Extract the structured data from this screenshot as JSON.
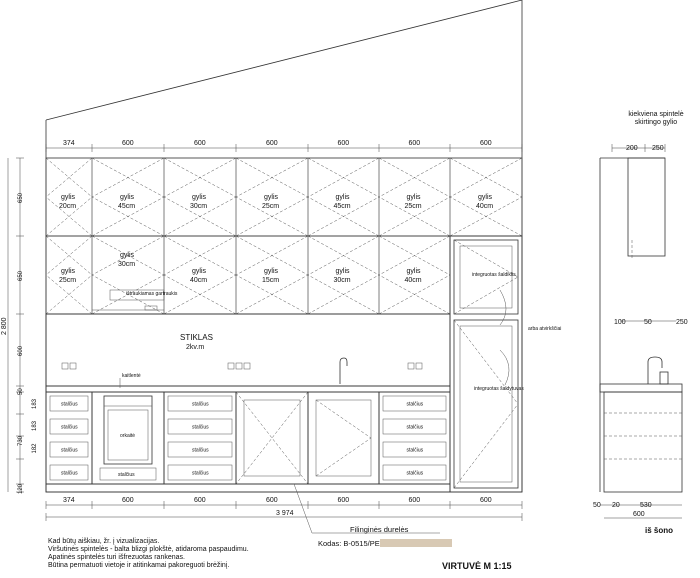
{
  "drawing": {
    "title": "VIRTUVĖ M 1:15",
    "side_title": "iš šono",
    "side_note": "kiekviena spintelė skirtingo gylio",
    "notes": [
      "Kad būtų aiškiau, žr. į vizualizacijas.",
      "Viršutinės spintelės - balta blizgi plokštė, atidaroma paspaudimu.",
      "Apatinės spintelės turi išfrezuotas rankenas.",
      "Būtina permatuoti vietoje ir atitinkamai pakoreguoti brėžinį."
    ],
    "legend_label": "Filinginės durelės",
    "legend_code": "Kodas: B-0515/PE",
    "legend_color": "#d8c9b4",
    "cabinet_color": "#f4efde"
  },
  "top_dims": [
    "374",
    "600",
    "600",
    "600",
    "600",
    "600",
    "600"
  ],
  "bottom_dims": [
    "374",
    "600",
    "600",
    "600",
    "600",
    "600",
    "600"
  ],
  "total_width": "3 974",
  "left_dims": {
    "total": "2 800",
    "parts": [
      "650",
      "650",
      "600",
      "50",
      "183",
      "183",
      "182",
      "730",
      "120"
    ]
  },
  "upper_row1": [
    [
      "gylis",
      "20cm"
    ],
    [
      "gylis",
      "45cm"
    ],
    [
      "gylis",
      "30cm"
    ],
    [
      "gylis",
      "25cm"
    ],
    [
      "gylis",
      "45cm"
    ],
    [
      "gylis",
      "25cm"
    ],
    [
      "gylis",
      "40cm"
    ]
  ],
  "upper_row2": [
    [
      "gylis",
      "25cm"
    ],
    [
      "gylis",
      "30cm"
    ],
    [
      "gylis",
      "40cm"
    ],
    [
      "gylis",
      "15cm"
    ],
    [
      "gylis",
      "30cm"
    ],
    [
      "gylis",
      "40cm"
    ]
  ],
  "labels": {
    "hood": "ištraukiamas gartraukis",
    "glass": "STIKLAS",
    "glass_area": "2kv.m",
    "cooktop": "kaitlentė",
    "oven": "orkaitė",
    "drawer": "stalčius",
    "fridge": "integruotas šaldiklis",
    "fridge2": "integruotas šaldytuvas",
    "swing": "arba atvirkščiai"
  },
  "side_dims": {
    "top": [
      "200",
      "250"
    ],
    "mid": [
      "100",
      "50",
      "250"
    ],
    "bottom": [
      "50",
      "20",
      "530"
    ],
    "total": "600"
  }
}
